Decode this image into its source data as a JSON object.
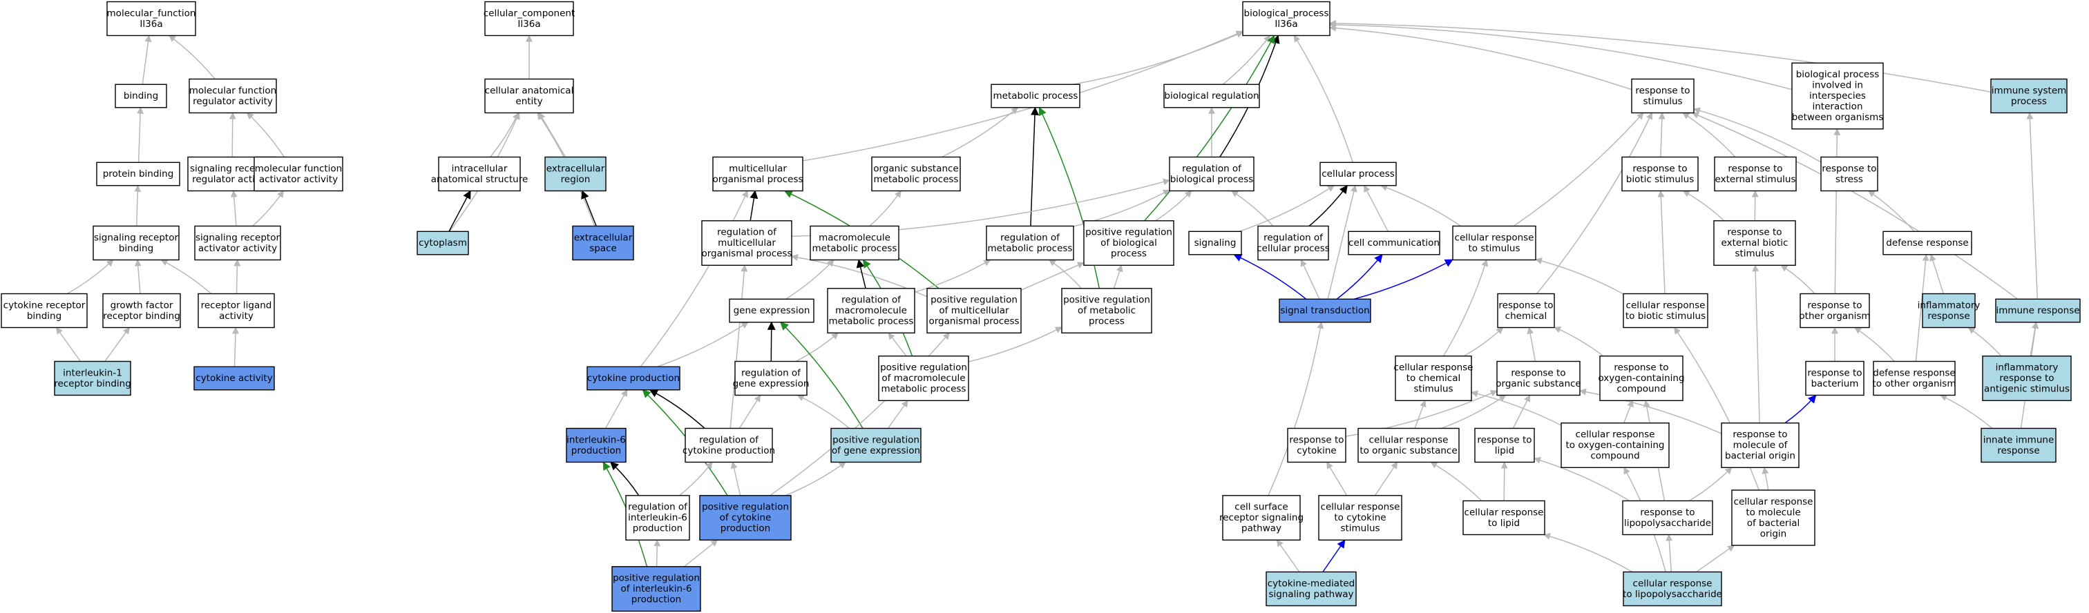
{
  "colors": {
    "plain": "#ffffff",
    "light": "#add8e6",
    "medium": "#6495ed",
    "edge_is_a": "#b8b8b8",
    "edge_part_of": "#000000",
    "edge_pos_reg": "#228b22",
    "edge_reg": "#0000ee"
  },
  "nodes": [
    {
      "id": "mf_root",
      "lines": [
        "molecular_function",
        "Il36a"
      ],
      "style": "plain"
    },
    {
      "id": "cc_root",
      "lines": [
        "cellular_component",
        "Il36a"
      ],
      "style": "plain"
    },
    {
      "id": "bp_root",
      "lines": [
        "biological_process",
        "Il36a"
      ],
      "style": "plain"
    },
    {
      "id": "binding",
      "lines": [
        "binding"
      ],
      "style": "plain"
    },
    {
      "id": "mf_reg",
      "lines": [
        "molecular function",
        "regulator activity"
      ],
      "style": "plain"
    },
    {
      "id": "cae",
      "lines": [
        "cellular anatomical",
        "entity"
      ],
      "style": "plain"
    },
    {
      "id": "metab",
      "lines": [
        "metabolic process"
      ],
      "style": "plain"
    },
    {
      "id": "bioreg",
      "lines": [
        "biological regulation"
      ],
      "style": "plain"
    },
    {
      "id": "resp_stim",
      "lines": [
        "response to",
        "stimulus"
      ],
      "style": "plain"
    },
    {
      "id": "bp_inter",
      "lines": [
        "biological process",
        "involved in",
        "interspecies",
        "interaction",
        "between organisms"
      ],
      "style": "plain"
    },
    {
      "id": "imm_sys",
      "lines": [
        "immune system",
        "process"
      ],
      "style": "light"
    },
    {
      "id": "protbind",
      "lines": [
        "protein binding"
      ],
      "style": "plain"
    },
    {
      "id": "srra",
      "lines": [
        "signaling receptor",
        "regulator activity"
      ],
      "style": "plain"
    },
    {
      "id": "mfaa",
      "lines": [
        "molecular function",
        "activator activity"
      ],
      "style": "plain"
    },
    {
      "id": "ias",
      "lines": [
        "intracellular",
        "anatomical structure"
      ],
      "style": "plain"
    },
    {
      "id": "extreg",
      "lines": [
        "extracellular",
        "region"
      ],
      "style": "light"
    },
    {
      "id": "mop",
      "lines": [
        "multicellular",
        "organismal process"
      ],
      "style": "plain"
    },
    {
      "id": "osmp",
      "lines": [
        "organic substance",
        "metabolic process"
      ],
      "style": "plain"
    },
    {
      "id": "regbp",
      "lines": [
        "regulation of",
        "biological process"
      ],
      "style": "plain"
    },
    {
      "id": "cellproc",
      "lines": [
        "cellular process"
      ],
      "style": "plain"
    },
    {
      "id": "rbs",
      "lines": [
        "response to",
        "biotic stimulus"
      ],
      "style": "plain"
    },
    {
      "id": "res",
      "lines": [
        "response to",
        "external stimulus"
      ],
      "style": "plain"
    },
    {
      "id": "rstress",
      "lines": [
        "response to",
        "stress"
      ],
      "style": "plain"
    },
    {
      "id": "srb",
      "lines": [
        "signaling receptor",
        "binding"
      ],
      "style": "plain"
    },
    {
      "id": "sraa",
      "lines": [
        "signaling receptor",
        "activator activity"
      ],
      "style": "plain"
    },
    {
      "id": "cytoplasm",
      "lines": [
        "cytoplasm"
      ],
      "style": "light"
    },
    {
      "id": "extspace",
      "lines": [
        "extracellular",
        "space"
      ],
      "style": "medium"
    },
    {
      "id": "regmop",
      "lines": [
        "regulation of",
        "multicellular",
        "organismal process"
      ],
      "style": "plain"
    },
    {
      "id": "mmp",
      "lines": [
        "macromolecule",
        "metabolic process"
      ],
      "style": "plain"
    },
    {
      "id": "regmp",
      "lines": [
        "regulation of",
        "metabolic process"
      ],
      "style": "plain"
    },
    {
      "id": "posregbp",
      "lines": [
        "positive regulation",
        "of biological",
        "process"
      ],
      "style": "plain"
    },
    {
      "id": "signaling",
      "lines": [
        "signaling"
      ],
      "style": "plain"
    },
    {
      "id": "regcp",
      "lines": [
        "regulation of",
        "cellular process"
      ],
      "style": "plain"
    },
    {
      "id": "cellcomm",
      "lines": [
        "cell communication"
      ],
      "style": "plain"
    },
    {
      "id": "crs",
      "lines": [
        "cellular response",
        "to stimulus"
      ],
      "style": "plain"
    },
    {
      "id": "rebs",
      "lines": [
        "response to",
        "external biotic",
        "stimulus"
      ],
      "style": "plain"
    },
    {
      "id": "defresp",
      "lines": [
        "defense response"
      ],
      "style": "plain"
    },
    {
      "id": "crb",
      "lines": [
        "cytokine receptor",
        "binding"
      ],
      "style": "plain"
    },
    {
      "id": "gfrb",
      "lines": [
        "growth factor",
        "receptor binding"
      ],
      "style": "plain"
    },
    {
      "id": "rla",
      "lines": [
        "receptor ligand",
        "activity"
      ],
      "style": "plain"
    },
    {
      "id": "geneexp",
      "lines": [
        "gene expression"
      ],
      "style": "plain"
    },
    {
      "id": "regmmp",
      "lines": [
        "regulation of",
        "macromolecule",
        "metabolic process"
      ],
      "style": "plain"
    },
    {
      "id": "posregmop",
      "lines": [
        "positive regulation",
        "of multicellular",
        "organismal process"
      ],
      "style": "plain"
    },
    {
      "id": "posregmp",
      "lines": [
        "positive regulation",
        "of metabolic",
        "process"
      ],
      "style": "plain"
    },
    {
      "id": "sigtrans",
      "lines": [
        "signal transduction"
      ],
      "style": "medium"
    },
    {
      "id": "rchem",
      "lines": [
        "response to",
        "chemical"
      ],
      "style": "plain"
    },
    {
      "id": "crbs",
      "lines": [
        "cellular response",
        "to biotic stimulus"
      ],
      "style": "plain"
    },
    {
      "id": "rother",
      "lines": [
        "response to",
        "other organism"
      ],
      "style": "plain"
    },
    {
      "id": "inflresp",
      "lines": [
        "inflammatory",
        "response"
      ],
      "style": "light"
    },
    {
      "id": "immresp",
      "lines": [
        "immune response"
      ],
      "style": "light"
    },
    {
      "id": "il1rb",
      "lines": [
        "interleukin-1",
        "receptor binding"
      ],
      "style": "light"
    },
    {
      "id": "cytact",
      "lines": [
        "cytokine activity"
      ],
      "style": "medium"
    },
    {
      "id": "cytprod",
      "lines": [
        "cytokine production"
      ],
      "style": "medium"
    },
    {
      "id": "reggeneexp",
      "lines": [
        "regulation of",
        "gene expression"
      ],
      "style": "plain"
    },
    {
      "id": "posregmmp",
      "lines": [
        "positive regulation",
        "of macromolecule",
        "metabolic process"
      ],
      "style": "plain"
    },
    {
      "id": "crchem",
      "lines": [
        "cellular response",
        "to chemical",
        "stimulus"
      ],
      "style": "plain"
    },
    {
      "id": "ros",
      "lines": [
        "response to",
        "organic substance"
      ],
      "style": "plain"
    },
    {
      "id": "rocc",
      "lines": [
        "response to",
        "oxygen-containing",
        "compound"
      ],
      "style": "plain"
    },
    {
      "id": "rbact",
      "lines": [
        "response to",
        "bacterium"
      ],
      "style": "plain"
    },
    {
      "id": "dro",
      "lines": [
        "defense response",
        "to other organism"
      ],
      "style": "plain"
    },
    {
      "id": "irastim",
      "lines": [
        "inflammatory",
        "response to",
        "antigenic stimulus"
      ],
      "style": "light"
    },
    {
      "id": "il6prod",
      "lines": [
        "interleukin-6",
        "production"
      ],
      "style": "medium"
    },
    {
      "id": "regcytprod",
      "lines": [
        "regulation of",
        "cytokine production"
      ],
      "style": "plain"
    },
    {
      "id": "posreggeneexp",
      "lines": [
        "positive regulation",
        "of gene expression"
      ],
      "style": "light"
    },
    {
      "id": "rcyt",
      "lines": [
        "response to",
        "cytokine"
      ],
      "style": "plain"
    },
    {
      "id": "cros",
      "lines": [
        "cellular response",
        "to organic substance"
      ],
      "style": "plain"
    },
    {
      "id": "rlipid",
      "lines": [
        "response to",
        "lipid"
      ],
      "style": "plain"
    },
    {
      "id": "crocc",
      "lines": [
        "cellular response",
        "to oxygen-containing",
        "compound"
      ],
      "style": "plain"
    },
    {
      "id": "rmbo",
      "lines": [
        "response to",
        "molecule of",
        "bacterial origin"
      ],
      "style": "plain"
    },
    {
      "id": "innimm",
      "lines": [
        "innate immune",
        "response"
      ],
      "style": "light"
    },
    {
      "id": "regil6",
      "lines": [
        "regulation of",
        "interleukin-6",
        "production"
      ],
      "style": "plain"
    },
    {
      "id": "posregcytprod",
      "lines": [
        "positive regulation",
        "of cytokine",
        "production"
      ],
      "style": "medium"
    },
    {
      "id": "csrsp",
      "lines": [
        "cell surface",
        "receptor signaling",
        "pathway"
      ],
      "style": "plain"
    },
    {
      "id": "crcs",
      "lines": [
        "cellular response",
        "to cytokine",
        "stimulus"
      ],
      "style": "plain"
    },
    {
      "id": "crlipid",
      "lines": [
        "cellular response",
        "to lipid"
      ],
      "style": "plain"
    },
    {
      "id": "rlps",
      "lines": [
        "response to",
        "lipopolysaccharide"
      ],
      "style": "plain"
    },
    {
      "id": "crmbo",
      "lines": [
        "cellular response",
        "to molecule",
        "of bacterial",
        "origin"
      ],
      "style": "plain"
    },
    {
      "id": "posregil6",
      "lines": [
        "positive regulation",
        "of interleukin-6",
        "production"
      ],
      "style": "medium"
    },
    {
      "id": "cmsp",
      "lines": [
        "cytokine-mediated",
        "signaling pathway"
      ],
      "style": "light"
    },
    {
      "id": "crlps",
      "lines": [
        "cellular response",
        "to lipopolysaccharide"
      ],
      "style": "light"
    }
  ],
  "edges": [
    [
      "binding",
      "mf_root",
      "is_a"
    ],
    [
      "mf_reg",
      "mf_root",
      "is_a"
    ],
    [
      "protbind",
      "binding",
      "is_a"
    ],
    [
      "srra",
      "mf_reg",
      "is_a"
    ],
    [
      "mfaa",
      "mf_reg",
      "is_a"
    ],
    [
      "srb",
      "protbind",
      "is_a"
    ],
    [
      "sraa",
      "srra",
      "is_a"
    ],
    [
      "sraa",
      "mfaa",
      "is_a"
    ],
    [
      "crb",
      "srb",
      "is_a"
    ],
    [
      "gfrb",
      "srb",
      "is_a"
    ],
    [
      "rla",
      "srb",
      "is_a"
    ],
    [
      "rla",
      "sraa",
      "is_a"
    ],
    [
      "il1rb",
      "crb",
      "is_a"
    ],
    [
      "il1rb",
      "gfrb",
      "is_a"
    ],
    [
      "cytact",
      "rla",
      "is_a"
    ],
    [
      "cae",
      "cc_root",
      "is_a"
    ],
    [
      "ias",
      "cae",
      "is_a"
    ],
    [
      "extreg",
      "cae",
      "is_a"
    ],
    [
      "cytoplasm",
      "cae",
      "is_a"
    ],
    [
      "cytoplasm",
      "ias",
      "part_of"
    ],
    [
      "extspace",
      "cae",
      "is_a"
    ],
    [
      "extspace",
      "extreg",
      "part_of"
    ],
    [
      "metab",
      "bp_root",
      "is_a"
    ],
    [
      "bioreg",
      "bp_root",
      "is_a"
    ],
    [
      "resp_stim",
      "bp_root",
      "is_a"
    ],
    [
      "bp_inter",
      "bp_root",
      "is_a"
    ],
    [
      "imm_sys",
      "bp_root",
      "is_a"
    ],
    [
      "mop",
      "bp_root",
      "is_a"
    ],
    [
      "cellproc",
      "bp_root",
      "is_a"
    ],
    [
      "regbp",
      "bp_root",
      "part_of"
    ],
    [
      "regbp",
      "bioreg",
      "is_a"
    ],
    [
      "posregbp",
      "bp_root",
      "pos_reg"
    ],
    [
      "posregbp",
      "regbp",
      "is_a"
    ],
    [
      "osmp",
      "metab",
      "is_a"
    ],
    [
      "regmp",
      "metab",
      "part_of"
    ],
    [
      "posregmp",
      "metab",
      "pos_reg"
    ],
    [
      "mmp",
      "osmp",
      "is_a"
    ],
    [
      "regmop",
      "mop",
      "part_of"
    ],
    [
      "regmop",
      "regbp",
      "is_a"
    ],
    [
      "posregmop",
      "mop",
      "pos_reg"
    ],
    [
      "posregmop",
      "regmop",
      "is_a"
    ],
    [
      "posregmop",
      "posregbp",
      "is_a"
    ],
    [
      "regmp",
      "regbp",
      "is_a"
    ],
    [
      "posregmp",
      "regmp",
      "is_a"
    ],
    [
      "posregmp",
      "posregbp",
      "is_a"
    ],
    [
      "regcp",
      "regbp",
      "is_a"
    ],
    [
      "regcp",
      "cellproc",
      "part_of"
    ],
    [
      "signaling",
      "cellproc",
      "is_a"
    ],
    [
      "cellcomm",
      "cellproc",
      "is_a"
    ],
    [
      "crs",
      "cellproc",
      "is_a"
    ],
    [
      "crs",
      "resp_stim",
      "is_a"
    ],
    [
      "rbs",
      "resp_stim",
      "is_a"
    ],
    [
      "res",
      "resp_stim",
      "is_a"
    ],
    [
      "rstress",
      "resp_stim",
      "is_a"
    ],
    [
      "rebs",
      "rbs",
      "is_a"
    ],
    [
      "rebs",
      "res",
      "is_a"
    ],
    [
      "defresp",
      "rstress",
      "is_a"
    ],
    [
      "geneexp",
      "mmp",
      "is_a"
    ],
    [
      "regmmp",
      "mmp",
      "part_of"
    ],
    [
      "regmmp",
      "regmp",
      "is_a"
    ],
    [
      "posregmmp",
      "mmp",
      "pos_reg"
    ],
    [
      "posregmmp",
      "regmmp",
      "is_a"
    ],
    [
      "posregmmp",
      "posregmp",
      "is_a"
    ],
    [
      "reggeneexp",
      "geneexp",
      "part_of"
    ],
    [
      "reggeneexp",
      "regmmp",
      "is_a"
    ],
    [
      "posreggeneexp",
      "geneexp",
      "pos_reg"
    ],
    [
      "posreggeneexp",
      "reggeneexp",
      "is_a"
    ],
    [
      "posreggeneexp",
      "posregmmp",
      "is_a"
    ],
    [
      "cytprod",
      "mop",
      "is_a"
    ],
    [
      "cytprod",
      "geneexp",
      "is_a"
    ],
    [
      "regcytprod",
      "cytprod",
      "part_of"
    ],
    [
      "regcytprod",
      "regmop",
      "is_a"
    ],
    [
      "regcytprod",
      "reggeneexp",
      "is_a"
    ],
    [
      "posregcytprod",
      "cytprod",
      "pos_reg"
    ],
    [
      "posregcytprod",
      "regcytprod",
      "is_a"
    ],
    [
      "posregcytprod",
      "posregmop",
      "is_a"
    ],
    [
      "posregcytprod",
      "posreggeneexp",
      "is_a"
    ],
    [
      "il6prod",
      "cytprod",
      "is_a"
    ],
    [
      "regil6",
      "il6prod",
      "part_of"
    ],
    [
      "regil6",
      "regcytprod",
      "is_a"
    ],
    [
      "posregil6",
      "il6prod",
      "pos_reg"
    ],
    [
      "posregil6",
      "regil6",
      "is_a"
    ],
    [
      "posregil6",
      "posregcytprod",
      "is_a"
    ],
    [
      "sigtrans",
      "signaling",
      "reg"
    ],
    [
      "sigtrans",
      "cellcomm",
      "reg"
    ],
    [
      "sigtrans",
      "crs",
      "reg"
    ],
    [
      "sigtrans",
      "regcp",
      "is_a"
    ],
    [
      "sigtrans",
      "cellproc",
      "is_a"
    ],
    [
      "rchem",
      "resp_stim",
      "is_a"
    ],
    [
      "crbs",
      "rbs",
      "is_a"
    ],
    [
      "crbs",
      "crs",
      "is_a"
    ],
    [
      "rother",
      "rebs",
      "is_a"
    ],
    [
      "rother",
      "bp_inter",
      "is_a"
    ],
    [
      "inflresp",
      "defresp",
      "is_a"
    ],
    [
      "immresp",
      "imm_sys",
      "is_a"
    ],
    [
      "immresp",
      "resp_stim",
      "is_a"
    ],
    [
      "crchem",
      "rchem",
      "is_a"
    ],
    [
      "crchem",
      "crs",
      "is_a"
    ],
    [
      "ros",
      "rchem",
      "is_a"
    ],
    [
      "rocc",
      "rchem",
      "is_a"
    ],
    [
      "rbact",
      "rother",
      "is_a"
    ],
    [
      "dro",
      "rother",
      "is_a"
    ],
    [
      "dro",
      "defresp",
      "is_a"
    ],
    [
      "irastim",
      "inflresp",
      "is_a"
    ],
    [
      "irastim",
      "immresp",
      "is_a"
    ],
    [
      "rcyt",
      "ros",
      "is_a"
    ],
    [
      "cros",
      "ros",
      "is_a"
    ],
    [
      "cros",
      "crchem",
      "is_a"
    ],
    [
      "rlipid",
      "ros",
      "is_a"
    ],
    [
      "crocc",
      "rocc",
      "is_a"
    ],
    [
      "crocc",
      "crchem",
      "is_a"
    ],
    [
      "rmbo",
      "ros",
      "is_a"
    ],
    [
      "rmbo",
      "rebs",
      "is_a"
    ],
    [
      "rmbo",
      "rbact",
      "reg"
    ],
    [
      "innimm",
      "immresp",
      "is_a"
    ],
    [
      "innimm",
      "dro",
      "is_a"
    ],
    [
      "csrsp",
      "sigtrans",
      "is_a"
    ],
    [
      "crcs",
      "rcyt",
      "is_a"
    ],
    [
      "crcs",
      "cros",
      "is_a"
    ],
    [
      "crlipid",
      "rlipid",
      "is_a"
    ],
    [
      "crlipid",
      "cros",
      "is_a"
    ],
    [
      "rlps",
      "rlipid",
      "is_a"
    ],
    [
      "rlps",
      "rmbo",
      "is_a"
    ],
    [
      "rlps",
      "rocc",
      "is_a"
    ],
    [
      "crmbo",
      "rmbo",
      "is_a"
    ],
    [
      "crmbo",
      "crbs",
      "is_a"
    ],
    [
      "cmsp",
      "csrsp",
      "is_a"
    ],
    [
      "cmsp",
      "crcs",
      "reg"
    ],
    [
      "crlps",
      "rlps",
      "is_a"
    ],
    [
      "crlps",
      "crlipid",
      "is_a"
    ],
    [
      "crlps",
      "crmbo",
      "is_a"
    ],
    [
      "crlps",
      "crocc",
      "is_a"
    ]
  ]
}
